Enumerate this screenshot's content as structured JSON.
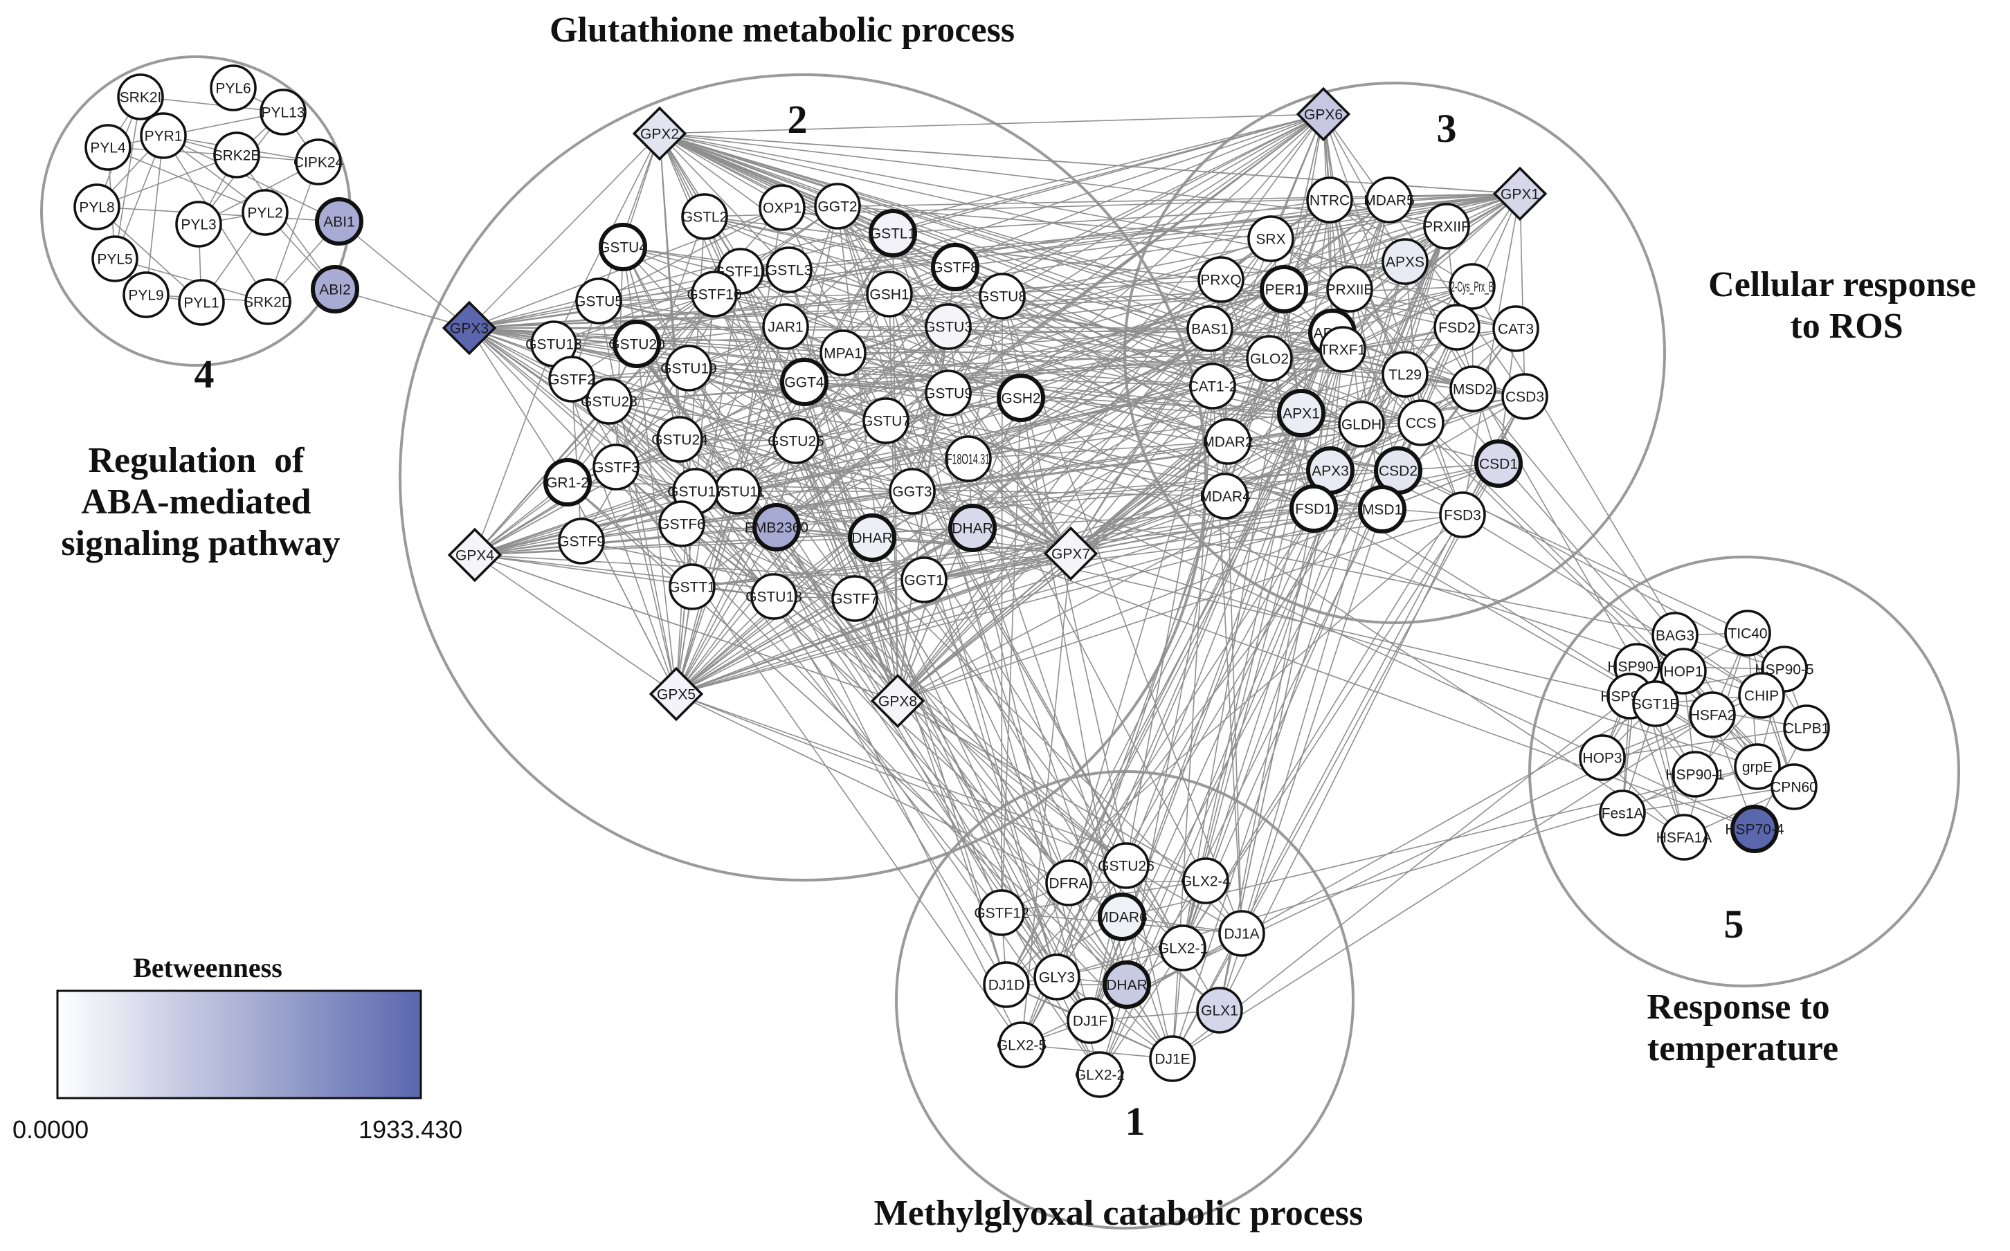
{
  "clusters": [
    {
      "id": "1",
      "title": "Methylglyoxal catabolic process"
    },
    {
      "id": "2",
      "title": "Glutathione metabolic process"
    },
    {
      "id": "3",
      "title": "Cellular response to ROS"
    },
    {
      "id": "4",
      "title": "Regulation of ABA-mediated signaling pathway"
    },
    {
      "id": "5",
      "title": "Response to temperature"
    }
  ],
  "cluster_titles_lines": {
    "c2": [
      "Glutathione metabolic process"
    ],
    "c3": [
      "Cellular response",
      "to ROS"
    ],
    "c4": [
      "Regulation  of",
      "ABA-mediated",
      "signaling pathway"
    ],
    "c5": [
      "Response to",
      "temperature"
    ],
    "c1": [
      "Methylglyoxal catabolic process"
    ]
  },
  "legend": {
    "title": "Betweenness",
    "min_label": "0.0000",
    "max_label": "1933.430",
    "color_min": "#ffffff",
    "color_max": "#5a67ae"
  },
  "colors": {
    "edge": "#8f8f8f",
    "cluster_outline": "#9a9a9a",
    "node_stroke": "#111111"
  },
  "nodes": {
    "c4": [
      "PYL6",
      "SRK2I",
      "PYL13",
      "PYL4",
      "PYR1",
      "SRK2E",
      "CIPK24",
      "PYL8",
      "PYL3",
      "PYL2",
      "ABI1",
      "PYL5",
      "PYL9",
      "PYL1",
      "SRK2D",
      "ABI2"
    ],
    "c2": [
      "GPX2",
      "GSTL2",
      "OXP1",
      "GGT2",
      "GSTL1",
      "GSTU4",
      "GSTF11",
      "GSTL3",
      "GSTF8",
      "GSTU5",
      "GSTF10",
      "GSH1",
      "GSTU8",
      "GPX3",
      "GSTU13",
      "GSTU20",
      "JAR1",
      "GSTU3",
      "GSTU19",
      "MPA1",
      "GSTF2",
      "GSTU28",
      "GGT4",
      "GSTU9",
      "GSH2",
      "GSTU24",
      "GSTU25",
      "GSTU7",
      "GR1-2",
      "GSTF3",
      "GSTU11",
      "F18O14.31",
      "GSTU17",
      "GGT3",
      "GPX4",
      "GSTF9",
      "GSTF6",
      "EMB2360",
      "DHAR",
      "DHAR",
      "GPX7",
      "GSTT1",
      "GSTU18",
      "GSTF7",
      "GGT1",
      "GPX5",
      "GPX8"
    ],
    "c3": [
      "GPX6",
      "NTRC",
      "MDAR5",
      "GPX1",
      "SRX",
      "PRXIIF",
      "APXS",
      "PRXQ",
      "PER1",
      "PRXIIE",
      "2-Cys_Prx_B",
      "BAS1",
      "APXT",
      "FSD2",
      "CAT3",
      "GLO2",
      "TRXF1",
      "TL29",
      "CAT1-2",
      "MSD2",
      "CSD3",
      "APX1",
      "GLDH",
      "CCS",
      "MDAR2",
      "APX3",
      "CSD2",
      "CSD1",
      "MDAR4",
      "FSD1",
      "MSD1",
      "FSD3"
    ],
    "c5": [
      "BAG3",
      "TIC40",
      "HSP90-3",
      "HOP1",
      "HSP90-5",
      "HSP90-2",
      "SGT1B",
      "CHIP",
      "HSFA2",
      "CLPB1",
      "HOP3",
      "HSP90-1",
      "grpE",
      "CPN60",
      "Fes1A",
      "HSFA1A",
      "HSP70-4"
    ],
    "c1": [
      "DFRA",
      "GSTU26",
      "GLX2-4",
      "GSTF12",
      "MDAR6",
      "DJ1A",
      "GLY3",
      "GLX2-1",
      "DJ1D",
      "DHAR",
      "GLX1",
      "DJ1F",
      "GLX2-5",
      "GLX2-2",
      "DJ1E"
    ]
  }
}
